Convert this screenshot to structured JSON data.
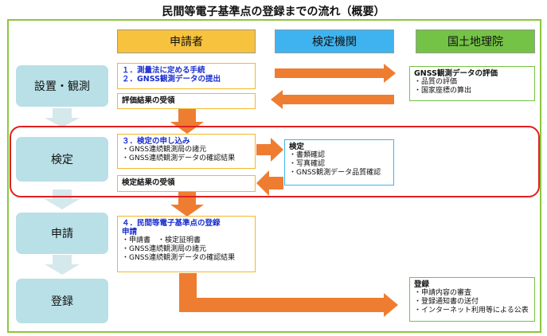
{
  "title": "民間等電子基準点の登録までの流れ（概要）",
  "headers": {
    "applicant": "申請者",
    "inspector": "検定機関",
    "gsi": "国土地理院"
  },
  "steps": {
    "setup": "設置・観測",
    "inspection": "検定",
    "application": "申請",
    "registration": "登録"
  },
  "applicant_boxes": {
    "box1": {
      "line1": "１．測量法に定める手続",
      "line2": "２．GNSS観測データの提出"
    },
    "eval_receipt": "評価結果の受領",
    "box3": {
      "title": "３．検定の申し込み",
      "items": [
        "・GNSS連続観測局の諸元",
        "・GNSS連続観測データの確認結果"
      ]
    },
    "inspect_receipt": "検定結果の受領",
    "box4": {
      "title1": "４．民間等電子基準点の登録",
      "title2": "申請",
      "items": [
        "・申請書　・検定証明書",
        "・GNSS連続観測局の諸元",
        "・GNSS連続観測データの確認結果"
      ]
    }
  },
  "inspector_box": {
    "title": "検定",
    "items": [
      "・書類確認",
      "・写真確認",
      "・GNSS観測データ品質確認"
    ]
  },
  "gsi_boxes": {
    "evaluation": {
      "title": "GNSS観測データの評価",
      "items": [
        "・品質の評価",
        "・国家座標の算出"
      ]
    },
    "registration": {
      "title": "登録",
      "items": [
        "・申請内容の審査",
        "・登録通知書の送付",
        "・インターネット利用等による公表"
      ]
    }
  },
  "colors": {
    "frame": "#8cc63f",
    "applicant": "#f7c23d",
    "inspector": "#3fb3f0",
    "gsi": "#74c246",
    "step": "#b8e0e6",
    "arrow_orange": "#ee7d31",
    "highlight": "#e02020"
  }
}
